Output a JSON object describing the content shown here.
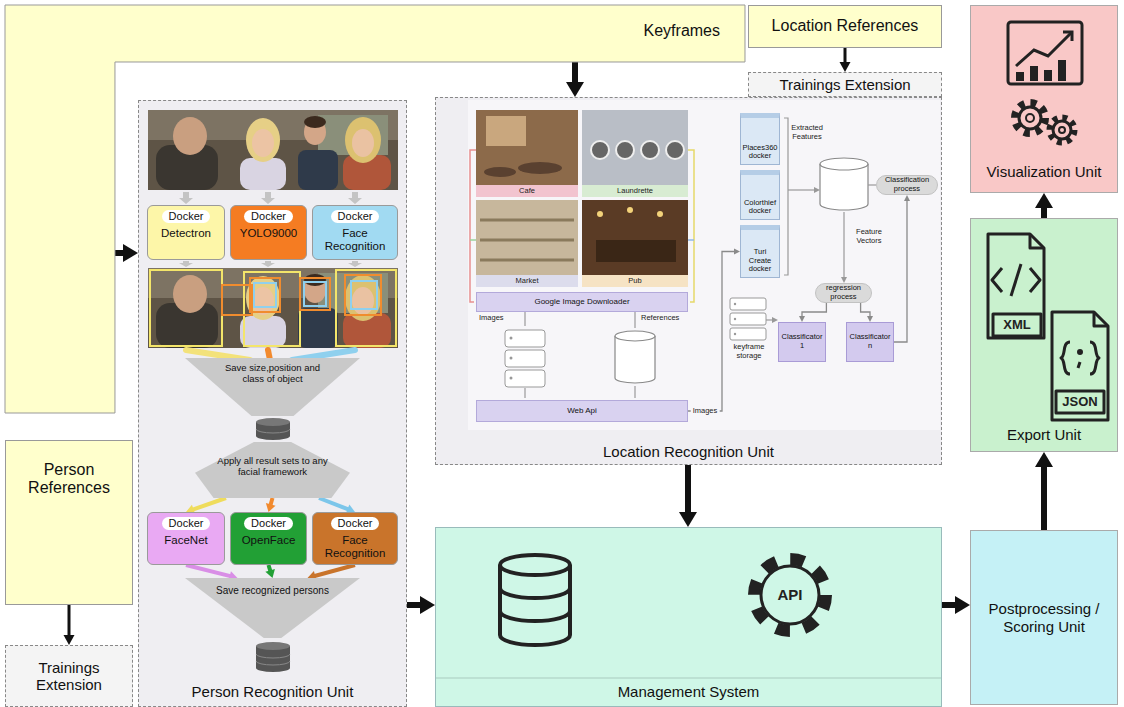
{
  "diagram": {
    "nodes": [
      {
        "text": [
          "Keyframes"
        ]
      },
      {
        "text": [
          "Location References"
        ]
      },
      {
        "text": [
          "Trainings Extension"
        ]
      },
      {
        "text": [
          "Visualization Unit"
        ]
      },
      {
        "text": [
          "Person Recognition Unit"
        ]
      },
      {
        "text": [
          "Docker",
          "Detectron"
        ],
        "in": 4
      },
      {
        "text": [
          "Docker",
          "YOLO9000"
        ],
        "in": 4
      },
      {
        "text": [
          "Docker",
          "Face Recognition"
        ],
        "in": 4
      },
      {
        "text": [
          "Save size,position and class of object"
        ],
        "in": 4
      },
      {
        "text": [
          "Apply all result sets to any facial framework"
        ],
        "in": 4
      },
      {
        "text": [
          "Docker",
          "FaceNet"
        ],
        "in": 4
      },
      {
        "text": [
          "Docker",
          "OpenFace"
        ],
        "in": 4
      },
      {
        "text": [
          "Docker",
          "Face Recognition"
        ],
        "in": 4
      },
      {
        "text": [
          "Save recognized persons"
        ],
        "in": 4
      },
      {
        "text": [
          "Location Recognition Unit"
        ]
      },
      {
        "text": [
          "Google Image Downloader"
        ],
        "in": 14
      },
      {
        "text": [
          "Web Api"
        ],
        "in": 14
      },
      {
        "text": [
          "Places360 docker"
        ],
        "in": 14
      },
      {
        "text": [
          "Colorthief docker"
        ],
        "in": 14
      },
      {
        "text": [
          "Turi Create docker"
        ],
        "in": 14
      },
      {
        "text": [
          "Classification process"
        ],
        "in": 14
      },
      {
        "text": [
          "regression process"
        ],
        "in": 14
      },
      {
        "text": [
          "Classificator 1"
        ],
        "in": 14
      },
      {
        "text": [
          "Classificator n"
        ],
        "in": 14
      },
      {
        "text": [
          "Person References"
        ]
      },
      {
        "text": [
          "Trainings Extension"
        ]
      },
      {
        "text": [
          "Management System"
        ]
      },
      {
        "text": [
          "Postprocessing / Scoring Unit"
        ]
      },
      {
        "text": [
          "Export Unit"
        ]
      }
    ],
    "edges": [
      {
        "from": 0,
        "to": 14,
        "arrow": "to"
      },
      {
        "from": 0,
        "to": 4,
        "arrow": "to"
      },
      {
        "from": 1,
        "to": 2,
        "arrow": "to"
      },
      {
        "from": 24,
        "to": 25,
        "arrow": "to"
      },
      {
        "from": 14,
        "to": 26,
        "arrow": "to"
      },
      {
        "from": 4,
        "to": 26,
        "arrow": "to"
      },
      {
        "from": 26,
        "to": 27,
        "arrow": "to"
      },
      {
        "from": 27,
        "to": 28,
        "arrow": "to"
      },
      {
        "from": 28,
        "to": 3,
        "arrow": "to"
      },
      {
        "from": 9,
        "to": 10,
        "arrow": "to"
      },
      {
        "from": 9,
        "to": 11,
        "arrow": "to"
      },
      {
        "from": 9,
        "to": 12,
        "arrow": "to"
      },
      {
        "from": 10,
        "to": 13,
        "arrow": "to"
      },
      {
        "from": 11,
        "to": 13,
        "arrow": "to"
      },
      {
        "from": 12,
        "to": 13,
        "arrow": "to"
      },
      {
        "from": 16,
        "to": 19,
        "label": "Images",
        "arrow": "to"
      },
      {
        "from": 21,
        "to": 22,
        "arrow": "to"
      },
      {
        "from": 21,
        "to": 23,
        "arrow": "to"
      },
      {
        "from": 23,
        "to": 20,
        "arrow": "to"
      }
    ],
    "labels": [
      "Cafe",
      "Laundrette",
      "Market",
      "Pub",
      "Images",
      "References",
      "Extracted Features",
      "Feature Vectors",
      "keyframe storage",
      "API",
      "XML",
      "JSON"
    ]
  }
}
